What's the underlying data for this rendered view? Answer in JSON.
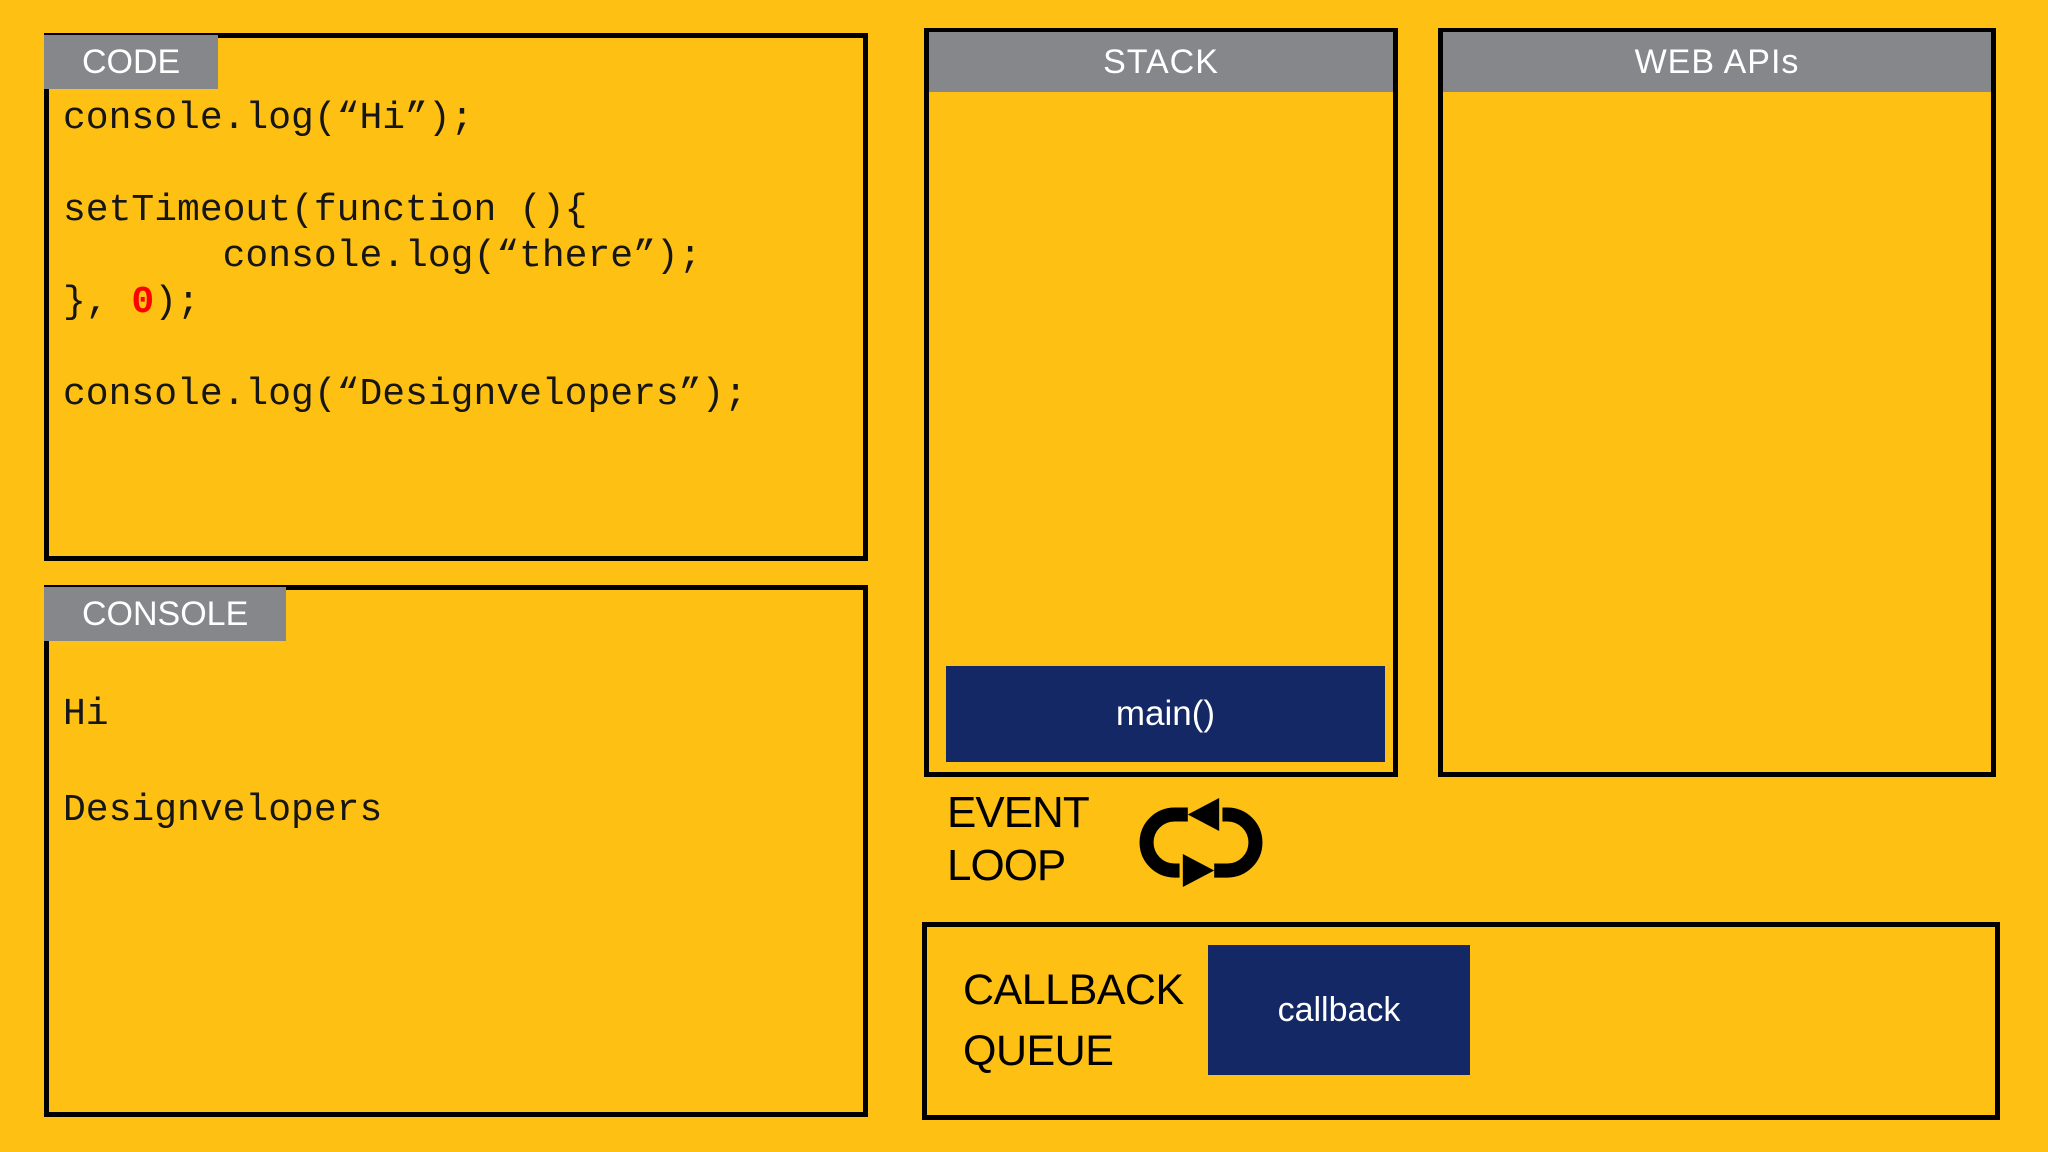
{
  "colors": {
    "background": "#FDC013",
    "header_bg": "#85878A",
    "header_text": "#FFFFFF",
    "border": "#000000",
    "navy": "#142866",
    "red": "#FF0000",
    "code_text": "#161616"
  },
  "icons": {
    "event_loop": "loop-arrows-icon"
  },
  "panels": {
    "code": {
      "title": "CODE",
      "lines": [
        [
          {
            "t": "console.log(“Hi”);"
          }
        ],
        [
          {
            "t": ""
          }
        ],
        [
          {
            "t": "setTimeout(function (){"
          }
        ],
        [
          {
            "t": "       console.log(“there”);"
          }
        ],
        [
          {
            "t": "}, "
          },
          {
            "t": "0",
            "red": true
          },
          {
            "t": ");"
          }
        ],
        [
          {
            "t": ""
          }
        ],
        [
          {
            "t": "console.log(“Designvelopers”);"
          }
        ]
      ]
    },
    "console": {
      "title": "CONSOLE",
      "output": [
        "Hi",
        "",
        "Designvelopers"
      ]
    },
    "stack": {
      "title": "STACK",
      "frames": [
        {
          "label": "main()"
        }
      ]
    },
    "web_apis": {
      "title": "WEB APIs"
    },
    "event_loop": {
      "label_line1": "EVENT",
      "label_line2": "LOOP"
    },
    "callback_queue": {
      "label_line1": "CALLBACK",
      "label_line2": "QUEUE",
      "items": [
        {
          "label": "callback"
        }
      ]
    }
  }
}
